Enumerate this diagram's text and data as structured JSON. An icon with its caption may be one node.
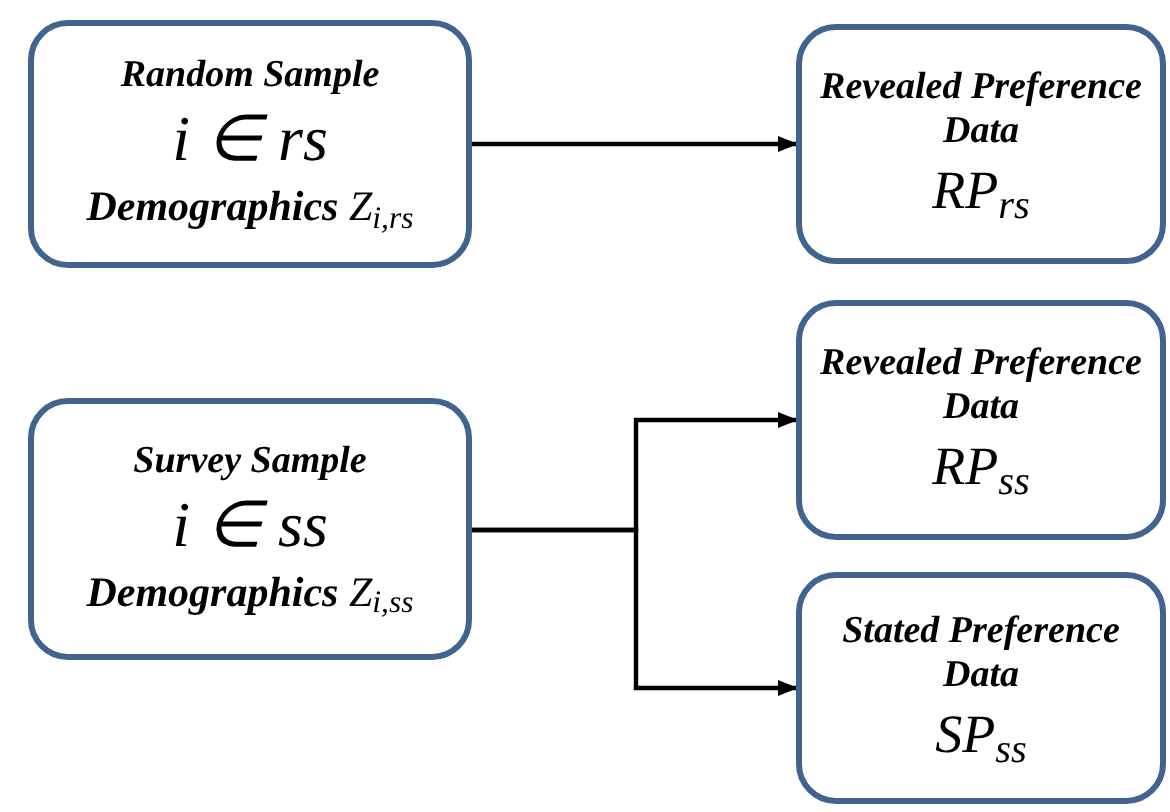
{
  "diagram": {
    "nodes": [
      {
        "text": [
          "Random Sample",
          "i ∈ rs",
          "**Demographics** Z$_{i,rs}$"
        ]
      },
      {
        "text": [
          "Revealed Preference Data",
          "RP$_{rs}$"
        ]
      },
      {
        "text": [
          "Revealed Preference Data",
          "RP$_{ss}$"
        ]
      },
      {
        "text": [
          "Survey Sample",
          "i ∈ ss",
          "**Demographics** Z$_{i,ss}$"
        ]
      },
      {
        "text": [
          "Stated Preference Data",
          "SP$_{ss}$"
        ]
      }
    ],
    "edges": [
      {
        "from": 0,
        "to": 1,
        "arrow": "to"
      },
      {
        "from": 3,
        "to": 2,
        "arrow": "to"
      },
      {
        "from": 3,
        "to": 4,
        "arrow": "to"
      }
    ]
  }
}
